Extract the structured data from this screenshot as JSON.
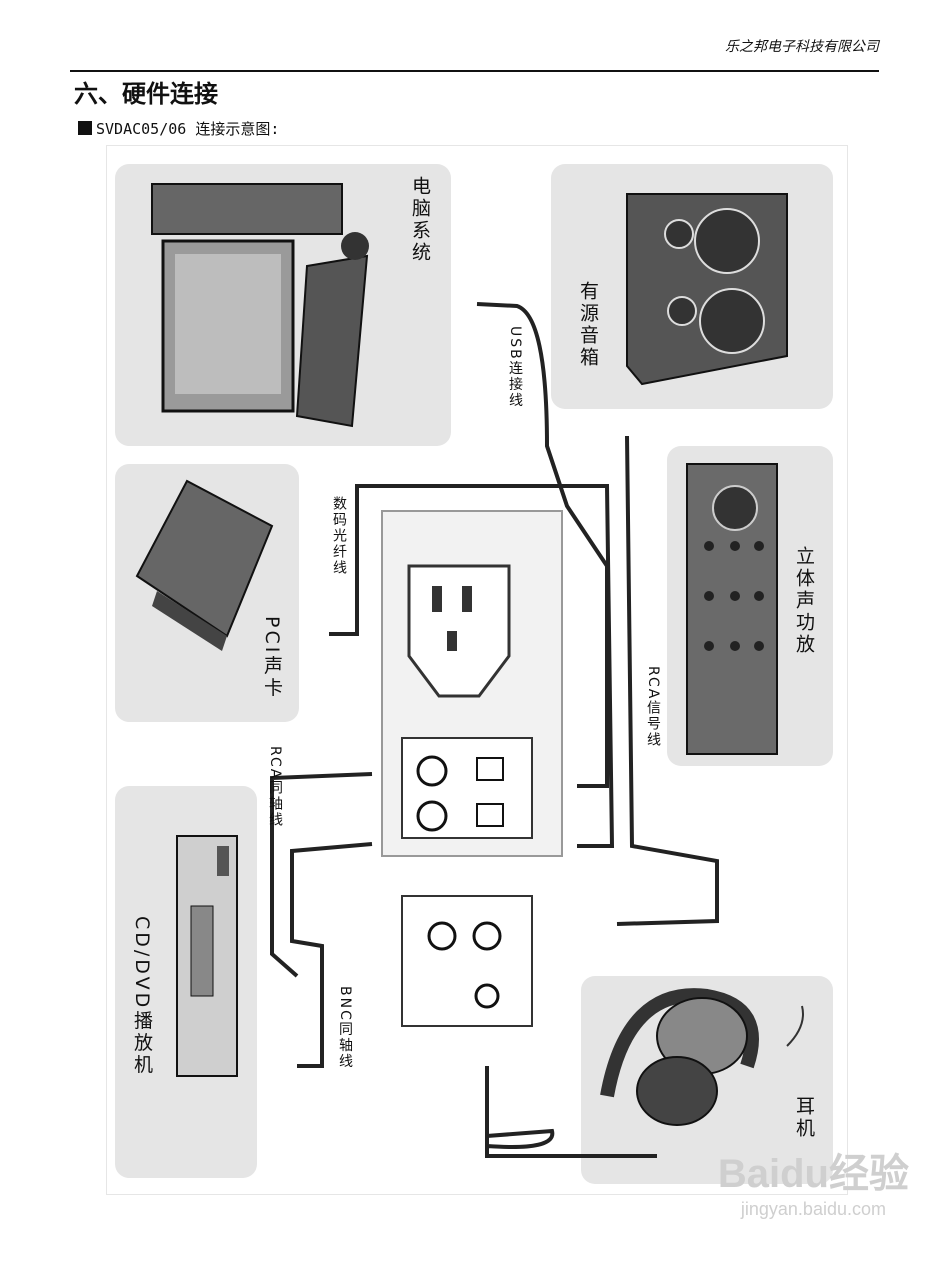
{
  "header": {
    "company": "乐之邦电子科技有限公司"
  },
  "section": {
    "title": "六、硬件连接",
    "subtitle": "SVDAC05/06 连接示意图:"
  },
  "devices": {
    "computer": "电脑系统",
    "speakers": "有源音箱",
    "amplifier": "立体声功放",
    "pci_card": "PCI声卡",
    "cd_player": "CD/DVD播放机",
    "headphones": "耳机"
  },
  "cables": {
    "usb": "USB连接线",
    "optical": "数码光纤线",
    "rca_signal": "RCA信号线",
    "rca_coax": "RCA同轴线",
    "bnc_coax": "BNC同轴线"
  },
  "watermark": {
    "brand": "Baidu经验",
    "url": "jingyan.baidu.com"
  }
}
